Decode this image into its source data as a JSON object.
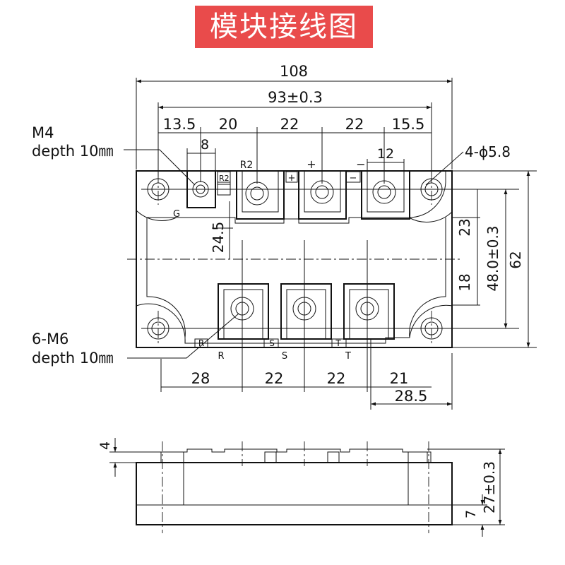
{
  "title": "模块接线图",
  "dims": {
    "overall_width": "108",
    "mount_spacing": "93±0.3",
    "top_d1": "13.5",
    "top_d2": "20",
    "top_d3": "22",
    "top_d4": "22",
    "top_d5": "15.5",
    "small_term_width": "8",
    "big_term_width": "12",
    "hole_spec": "4-ϕ5.8",
    "side_d_23": "23",
    "side_d_18": "18",
    "side_d_48": "48.0±0.3",
    "overall_height": "62",
    "v_24_5": "24.5",
    "bot_d1": "28",
    "bot_d2": "22",
    "bot_d3": "22",
    "bot_d4": "21",
    "bot_d5": "28.5",
    "side_h_4": "4",
    "side_h_7": "7",
    "side_h_27": "27±0.3"
  },
  "callouts": {
    "m4_line1": "M4",
    "m4_line2": "depth 10㎜",
    "m6_line1": "6-M6",
    "m6_line2": "depth 10㎜"
  },
  "terminal_labels": {
    "r2_small": "R2",
    "r2_big": "R2",
    "g": "G",
    "plus": "+",
    "plus_box": "+",
    "minus": "−",
    "minus_box": "−",
    "r_box": "R",
    "r": "R",
    "s_box": "S",
    "s": "S",
    "t_box": "T",
    "t": "T"
  }
}
